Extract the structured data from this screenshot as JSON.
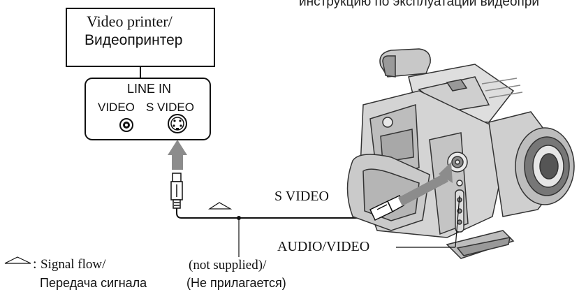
{
  "header_fragment": "инструкцию по эксплуатации видеопри",
  "printer": {
    "title_en": "Video printer/",
    "title_ru": "Видеопринтер"
  },
  "panel": {
    "line_in": "LINE IN",
    "video": "VIDEO",
    "s_video": "S VIDEO"
  },
  "labels": {
    "s_video": "S VIDEO",
    "audio_video": "AUDIO/VIDEO",
    "not_supplied_en": "(not supplied)/",
    "not_supplied_ru": "(Не прилагается)"
  },
  "legend": {
    "symbol_label": "signal-flow-arrow",
    "separator": ":",
    "text_en": "Signal flow/",
    "text_ru": "Передача сигнала"
  },
  "colors": {
    "line": "#111111",
    "arrow_gray": "#8c8c8c",
    "camera_body": "#d4d4d4",
    "camera_dark": "#6e6e6e"
  }
}
